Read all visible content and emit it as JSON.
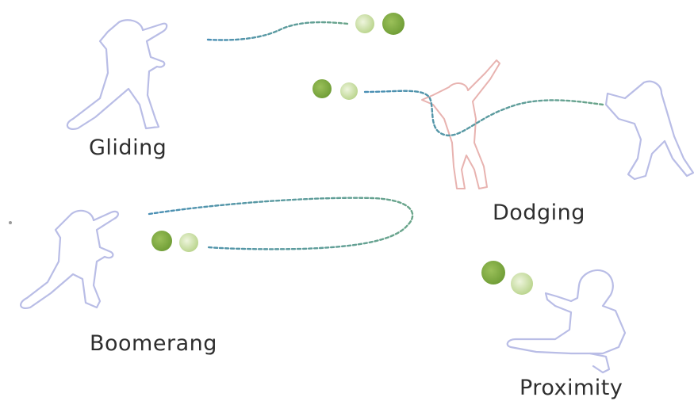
{
  "labels": {
    "gliding": "Gliding",
    "dodging": "Dodging",
    "boomerang": "Boomerang",
    "proximity": "Proximity"
  },
  "colors": {
    "figure_outline": "#b9bde6",
    "figure_outline_red": "#e8b3b0",
    "path_a": "#4a8fb5",
    "path_b": "#6aa58a",
    "ball_solid": "#7aa93e",
    "ball_faded": "#c6dc9d"
  },
  "icons": [
    "person-throwing-icon",
    "person-dodging-icon",
    "person-seated-icon",
    "ball-icon"
  ]
}
